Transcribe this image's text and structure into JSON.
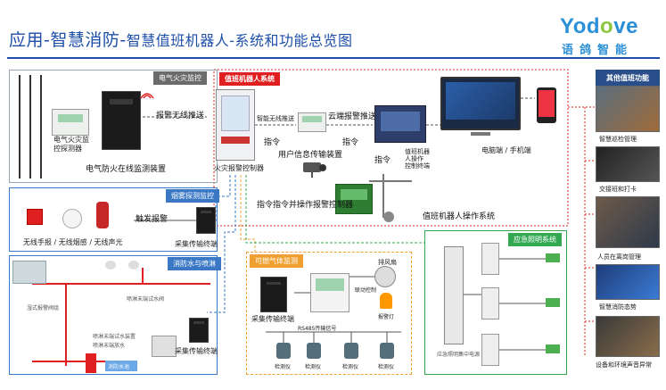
{
  "header": {
    "title_main": "应用-智慧消防-",
    "title_sub": "智慧值班机器人-系统和功能总览图",
    "logo_text_a": "Yod",
    "logo_text_o": "o",
    "logo_text_b": "ve",
    "logo_cn": "语鸽智能"
  },
  "electrical": {
    "tag": "电气火灾监控",
    "detector_label": "电气火灾监\n控探测器",
    "push_label": "报警无线推送",
    "device_label": "电气防火在线监测装置"
  },
  "robot": {
    "tag": "值班机器人系统",
    "panel_label": "火灾报警控制器",
    "wireless_push": "智能无线推送",
    "cloud_push": "云端报警推送",
    "cmd1": "指令",
    "cmd2": "指令",
    "cmd3": "指令",
    "cmd4": "指令",
    "user_info": "用户信息传输装置",
    "robot_ctrl": "值班机器\n人操作\n控制终端",
    "terminal": "电脑端 / 手机端",
    "parallel": "指令并操作报警控制器",
    "arm_system": "值班机器人操作系统"
  },
  "smoke": {
    "tag": "烟雾探测监控",
    "trigger": "触发报警",
    "devices": "无线手报 / 无线烟感 / 无线声光",
    "terminal": "采集传输终端"
  },
  "water": {
    "tag": "消防水与喷淋",
    "terminal": "采集传输终端",
    "pump_label": "消防水池",
    "note1": "喷淋末端试水装置",
    "note2": "喷淋末端放水",
    "note3": "湿式报警阀组",
    "note4": "喷淋末端试水阀"
  },
  "gas": {
    "tag": "可燃气体监测",
    "terminal": "采集传输终端",
    "fan": "排风扇",
    "linkage": "联动控制",
    "alarm_light": "报警灯",
    "bus": "RS485传输信号",
    "detector_label": "检测仪"
  },
  "lighting": {
    "tag": "应急照明系统",
    "note": "应急照明集中电源"
  },
  "functions": {
    "tag": "其他值班功能",
    "items": [
      {
        "label": "智慧巡检管理"
      },
      {
        "label": "交接班和打卡"
      },
      {
        "label": "人员在离岗管理"
      },
      {
        "label": "智慧消防态势"
      },
      {
        "label": "设备和环境声音异常"
      }
    ]
  },
  "colors": {
    "brand_blue": "#1d4fa8",
    "red": "#e02020",
    "tag_dark": "#666666",
    "tag_blue": "#3a78c6",
    "tag_orange": "#f0a030",
    "tag_green": "#33a853",
    "tag_teal": "#2a9fb8"
  }
}
